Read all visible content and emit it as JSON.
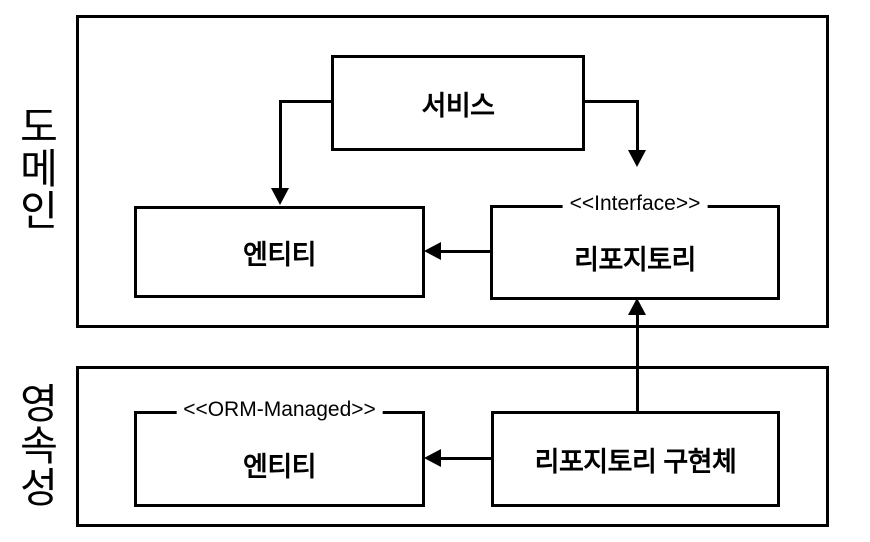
{
  "diagram": {
    "title": "Layered architecture diagram",
    "colors": {
      "stroke": "#000000",
      "background": "#ffffff",
      "text": "#000000"
    },
    "layers": [
      {
        "id": "domain",
        "label": "도메인",
        "label_chars": [
          "도",
          "메",
          "인"
        ]
      },
      {
        "id": "persistence",
        "label": "영속성",
        "label_chars": [
          "영",
          "속",
          "성"
        ]
      }
    ],
    "nodes": [
      {
        "id": "service",
        "layer": "domain",
        "title": "서비스",
        "stereotype": ""
      },
      {
        "id": "domain-entity",
        "layer": "domain",
        "title": "엔티티",
        "stereotype": ""
      },
      {
        "id": "repository-interface",
        "layer": "domain",
        "title": "리포지토리",
        "stereotype": "<<Interface>>"
      },
      {
        "id": "orm-entity",
        "layer": "persistence",
        "title": "엔티티",
        "stereotype": "<<ORM-Managed>>"
      },
      {
        "id": "repository-impl",
        "layer": "persistence",
        "title": "리포지토리 구현체",
        "stereotype": ""
      }
    ],
    "edges": [
      {
        "id": "service-to-entity",
        "from": "service",
        "to": "domain-entity",
        "arrow": "down",
        "style": "solid"
      },
      {
        "id": "service-to-repository",
        "from": "service",
        "to": "repository-interface",
        "arrow": "down",
        "style": "solid"
      },
      {
        "id": "repository-to-entity",
        "from": "repository-interface",
        "to": "domain-entity",
        "arrow": "left",
        "style": "solid"
      },
      {
        "id": "impl-to-interface",
        "from": "repository-impl",
        "to": "repository-interface",
        "arrow": "up",
        "style": "solid"
      },
      {
        "id": "impl-to-orm-entity",
        "from": "repository-impl",
        "to": "orm-entity",
        "arrow": "left",
        "style": "solid"
      }
    ]
  }
}
